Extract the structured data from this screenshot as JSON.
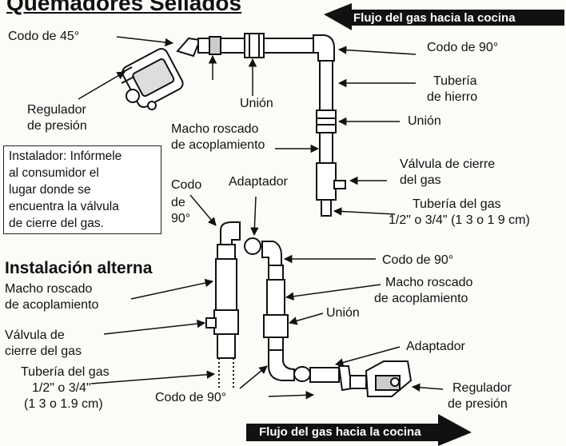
{
  "title": "Quemadores Sellados",
  "flow_top": "Flujo del gas hacia la cocina",
  "flow_bottom": "Flujo del gas hacia la cocina",
  "top": {
    "codo45": "Codo de 45°",
    "regulador_1": "Regulador",
    "regulador_2": "de presión",
    "union": "Unión",
    "macho_1": "Macho roscado",
    "macho_2": "de acoplamiento",
    "codo90": "Codo de 90°",
    "tuberia_1": "Tubería",
    "tuberia_2": "de hierro",
    "union2": "Unión",
    "valvula_1": "Válvula de cierre",
    "valvula_2": "del gas",
    "tuberia_gas_1": "Tubería del gas",
    "tuberia_gas_2": "1/2\" o 3/4\" (1 3 o 1 9 cm)"
  },
  "note": {
    "line1": "Instalador: Infórmele",
    "line2": "al consumidor el",
    "line3": "lugar donde se",
    "line4": "encuentra la válvula",
    "line5": "de cierre del gas."
  },
  "alt": {
    "section": "Instalación alterna",
    "codo_1": "Codo",
    "codo_2": "de",
    "codo_3": "90°",
    "adaptador": "Adaptador",
    "codo90_right": "Codo de 90°",
    "macho_left_1": "Macho roscado",
    "macho_left_2": "de acoplamiento",
    "macho_right_1": "Macho roscado",
    "macho_right_2": "de acoplamiento",
    "union": "Unión",
    "valvula_1": "Válvula de",
    "valvula_2": "cierre del gas",
    "adaptador2": "Adaptador",
    "tuberia_1": "Tubería del gas",
    "tuberia_2": "1/2\" o 3/4\"",
    "tuberia_3": "(1 3 o 1.9 cm)",
    "codo90_bottom": "Codo de 90°",
    "regulador_1": "Regulador",
    "regulador_2": "de presión"
  }
}
